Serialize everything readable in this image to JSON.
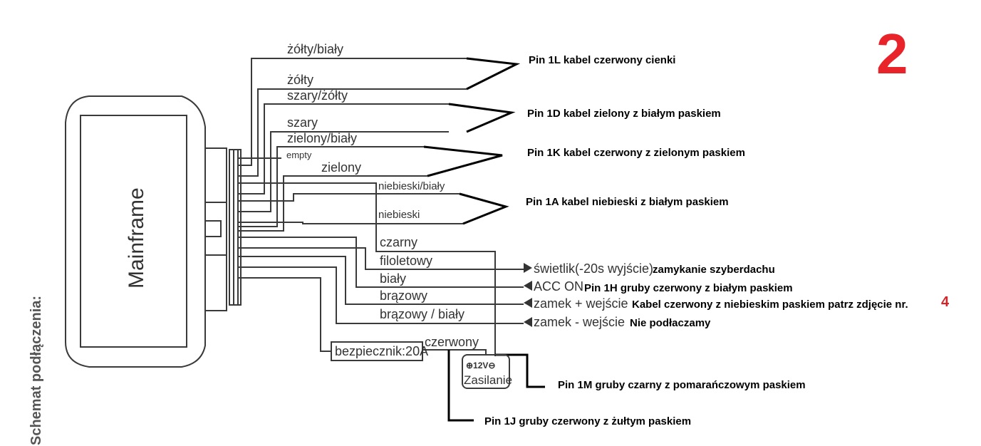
{
  "page_number": "2",
  "title": "Schemat podłączenia:",
  "unit": "Mainframe",
  "wires": [
    {
      "label": "żółty/biały"
    },
    {
      "label": "żółty"
    },
    {
      "label": "szary/żółty"
    },
    {
      "label": "szary"
    },
    {
      "label": "zielony/biały"
    },
    {
      "label": "empty"
    },
    {
      "label": "zielony"
    },
    {
      "label": "niebieski/biały"
    },
    {
      "label": "niebieski"
    },
    {
      "label": "czarny"
    },
    {
      "label": "filoletowy"
    },
    {
      "label": "biały"
    },
    {
      "label": "brązowy"
    },
    {
      "label": "brązowy / biały"
    }
  ],
  "pin_notes": [
    {
      "text": "Pin 1L kabel czerwony cienki"
    },
    {
      "text": "Pin 1D kabel zielony z białym paskiem"
    },
    {
      "text": "Pin 1K kabel czerwony z zielonym paskiem"
    },
    {
      "text": "Pin 1A kabel niebieski z białym paskiem"
    }
  ],
  "io": [
    {
      "label": "świetlik(-20s wyjście)",
      "note": "zamykanie szyberdachu",
      "direction": "out"
    },
    {
      "label": "ACC ON",
      "note": "Pin 1H gruby czerwony z białym paskiem",
      "direction": "in"
    },
    {
      "label": "zamek +  wejście",
      "note": "Kabel czerwony z niebieskim paskiem patrz zdjęcie nr.",
      "ref": "4",
      "direction": "in"
    },
    {
      "label": "zamek -  wejście",
      "note": "Nie podłaczamy",
      "direction": "in"
    }
  ],
  "fuse": {
    "label": "bezpiecznik:20A",
    "wire_label": "czerwony"
  },
  "power": {
    "polarity": "⊕12V⊖",
    "label": "Zasilanie"
  },
  "power_notes": [
    {
      "text": "Pin 1M gruby czarny z pomarańczowym paskiem"
    },
    {
      "text": "Pin 1J gruby czerwony z żułtym paskiem"
    }
  ],
  "colors": {
    "accent": "#e8232a",
    "line": "#3a3a3a"
  }
}
